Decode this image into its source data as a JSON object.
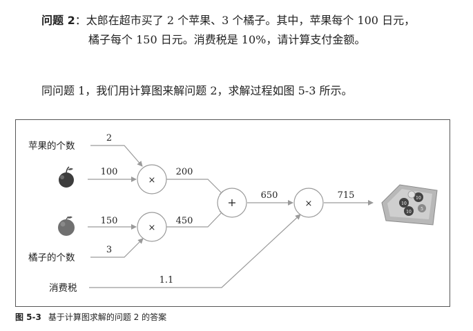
{
  "problem": {
    "label": "问题 2",
    "sep": "：",
    "line1": "太郎在超市买了 2 个苹果、3 个橘子。其中，苹果每个 100 日元，",
    "line2": "橘子每个 150 日元。消费税是 10%，请计算支付金额。"
  },
  "paragraph": "同问题 1，我们用计算图来解问题 2，求解过程如图 5-3 所示。",
  "graph": {
    "apple_count_label": "苹果的个数",
    "orange_count_label": "橘子的个数",
    "tax_label": "消费税",
    "apple_count": "2",
    "apple_price": "100",
    "orange_price": "150",
    "orange_count": "3",
    "tax_rate": "1.1",
    "apple_total": "200",
    "orange_total": "450",
    "sum": "650",
    "result": "715",
    "mul_symbol": "×",
    "add_symbol": "+",
    "coin_label_a": "10",
    "coin_label_b": "10",
    "coin_label_c": "10",
    "coin_label_d": "5"
  },
  "caption": {
    "number": "图 5-3",
    "text": "基于计算图求解的问题 2 的答案"
  },
  "colors": {
    "line": "#9a9a9a",
    "node_stroke": "#9a9a9a",
    "apple": "#3d3d3d",
    "orange": "#707070"
  }
}
